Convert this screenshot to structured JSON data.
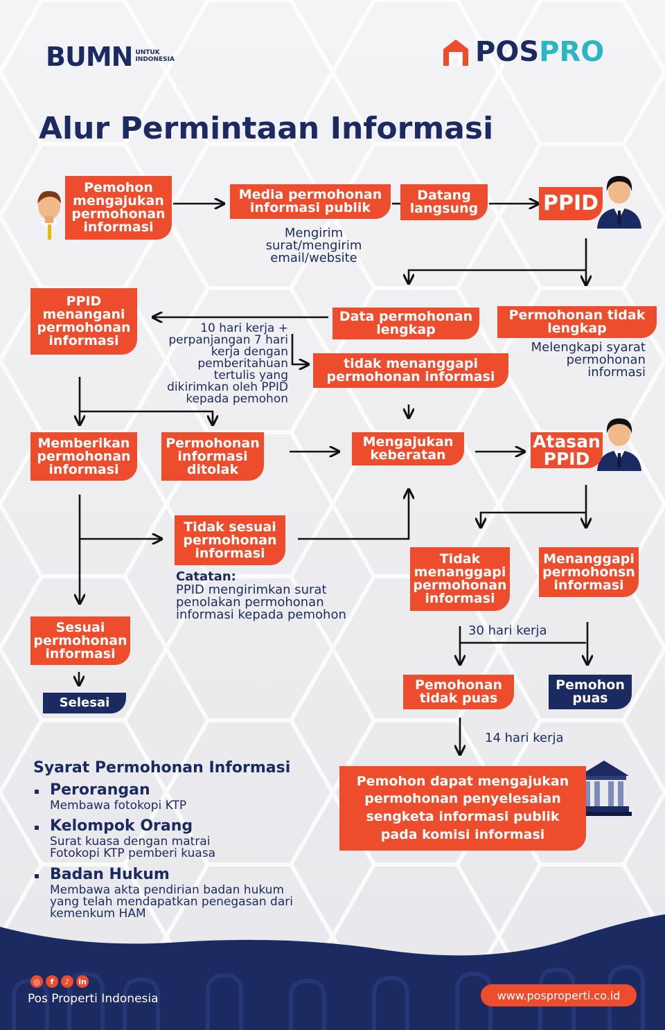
{
  "brand": {
    "left_logo_text": "BUMN",
    "left_logo_sub": "UNTUK\nINDONESIA",
    "right_logo_pos": "POS",
    "right_logo_pro": "PRO",
    "colors": {
      "orange": "#ee4d2d",
      "navy": "#1b2a60",
      "teal": "#2bb6c4"
    }
  },
  "title": "Alur Permintaan Informasi",
  "flow": {
    "pemohon": "Pemohon\nmengajukan\npermohonan\ninformasi",
    "media": "Media permohonan\ninformasi publik",
    "media_note": "Mengirim\nsurat/mengirim\nemail/website",
    "datang": "Datang\nlangsung",
    "ppid": "PPID",
    "ppid_menangani": "PPID\nmenangani\npermohonan\ninformasi",
    "data_lengkap": "Data permohonan\nlengkap",
    "tidak_lengkap": "Permohonan tidak\nlengkap",
    "tidak_lengkap_note": "Melengkapi syarat\npermohonan\ninformasi",
    "hari_note": "10 hari kerja +\nperpanjangan 7 hari\nkerja dengan\npemberitahuan\ntertulis yang\ndikirimkan oleh PPID\nkepada pemohon",
    "tidak_menanggapi": "tidak menanggapi\npermohonan informasi",
    "memberikan": "Memberikan\npermohonan\ninformasi",
    "ditolak": "Permohonan\ninformasi\nditolak",
    "keberatan": "Mengajukan\nkeberatan",
    "atasan": "Atasan\nPPID",
    "tidak_sesuai": "Tidak sesuai\npermohonan\ninformasi",
    "catatan_label": "Catatan:",
    "catatan_text": "PPID mengirimkan surat\npenolakan permohonan\ninformasi kepada pemohon",
    "atasan_tidak": "Tidak\nmenanggapi\npermohonan\ninformasi",
    "atasan_ya": "Menanggapi\npermohonsn\ninformasi",
    "hari30": "30 hari kerja",
    "sesuai": "Sesuai\npermohonan\ninformasi",
    "selesai": "Selesai",
    "tidak_puas": "Pemohonan\ntidak puas",
    "puas": "Pemohon\npuas",
    "hari14": "14 hari kerja",
    "sengketa": "Pemohon dapat mengajukan\npermohonan penyelesaian\nsengketa informasi publik\npada komisi informasi"
  },
  "requirements": {
    "title": "Syarat Permohonan Informasi",
    "items": [
      {
        "head": "Perorangan",
        "desc": "Membawa fotokopi KTP"
      },
      {
        "head": "Kelompok Orang",
        "desc": "Surat kuasa dengan matrai\nFotokopi KTP pemberi kuasa"
      },
      {
        "head": "Badan Hukum",
        "desc": "Membawa akta pendirian badan hukum\nyang telah mendapatkan penegasan dari\nkemenkum HAM"
      }
    ]
  },
  "footer": {
    "name": "Pos Properti Indonesia",
    "website": "www.posproperti.co.id",
    "social_icons": [
      "instagram-icon",
      "facebook-icon",
      "tiktok-icon",
      "linkedin-icon"
    ]
  }
}
